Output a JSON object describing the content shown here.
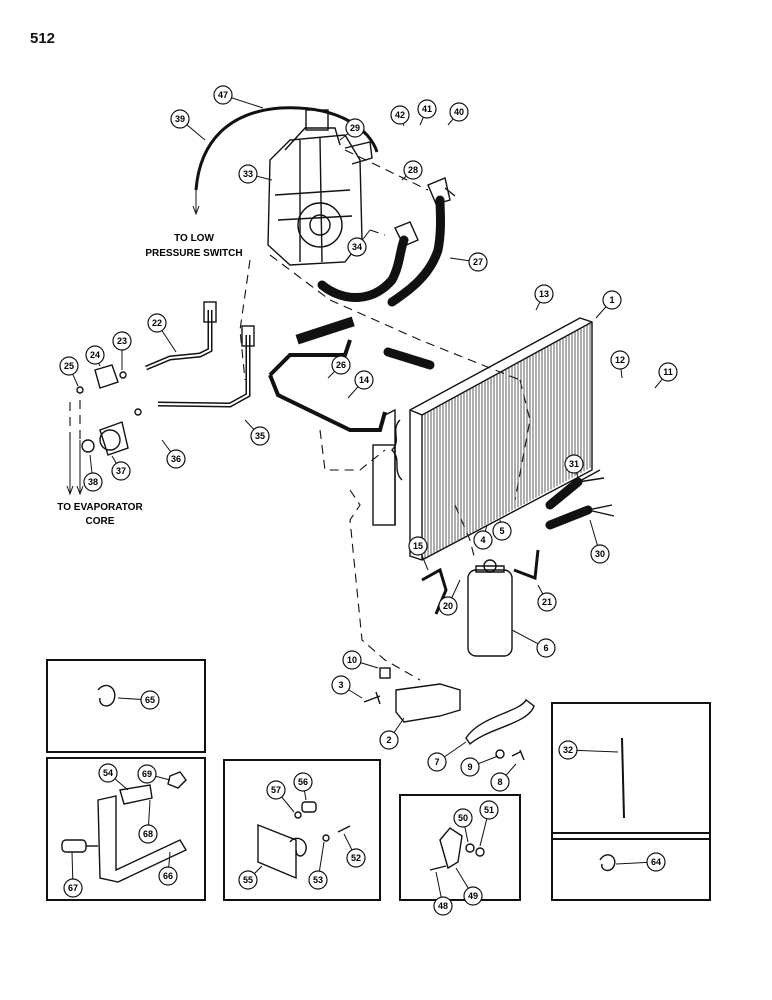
{
  "page": {
    "number": "512"
  },
  "captions": {
    "low_line1": "TO LOW",
    "low_line2": "PRESSURE SWITCH",
    "evap_line1": "TO EVAPORATOR",
    "evap_line2": "CORE"
  },
  "callouts": [
    "47",
    "39",
    "29",
    "42",
    "41",
    "40",
    "28",
    "33",
    "34",
    "27",
    "13",
    "1",
    "22",
    "23",
    "24",
    "25",
    "26",
    "14",
    "12",
    "11",
    "35",
    "36",
    "37",
    "38",
    "31",
    "4",
    "5",
    "15",
    "30",
    "20",
    "21",
    "6",
    "10",
    "3",
    "2",
    "7",
    "9",
    "8",
    "32",
    "65",
    "54",
    "69",
    "68",
    "67",
    "66",
    "56",
    "57",
    "52",
    "53",
    "55",
    "50",
    "51",
    "49",
    "48",
    "64"
  ]
}
